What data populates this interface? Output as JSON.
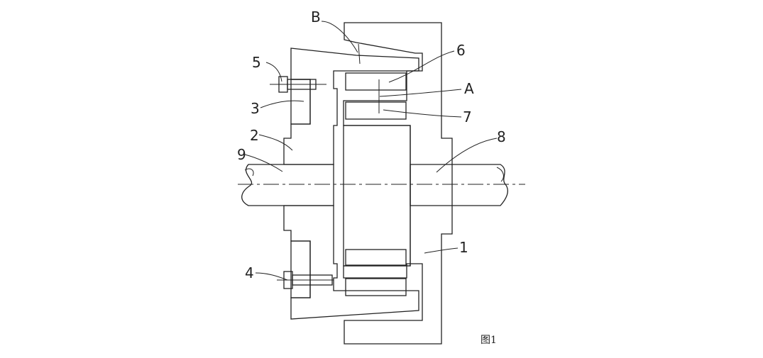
{
  "figure": {
    "caption": "图1",
    "labels": {
      "p1": "1",
      "p2": "2",
      "p3": "3",
      "p4": "4",
      "p5": "5",
      "p6": "6",
      "p7": "7",
      "p8": "8",
      "p9": "9",
      "A": "A",
      "B": "B"
    }
  }
}
